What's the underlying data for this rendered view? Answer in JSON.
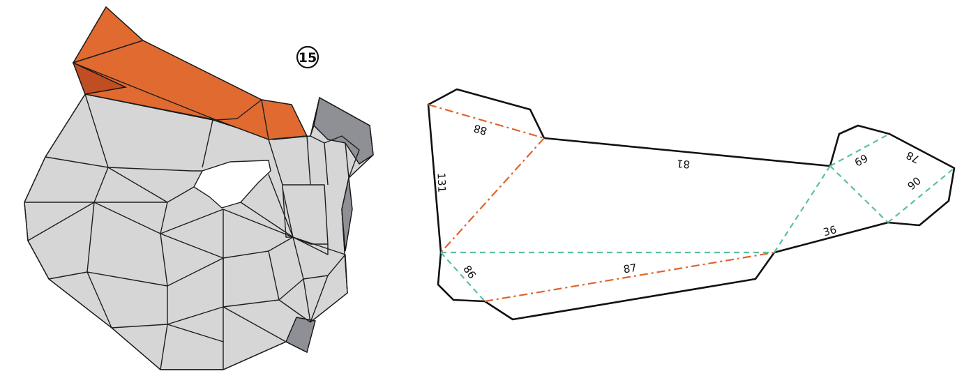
{
  "step": {
    "number": "15"
  },
  "colors": {
    "highlight": "#e06a30",
    "highlight_dark": "#c04e22",
    "model_light": "#d6d6d6",
    "model_shade": "#b4b4b4",
    "model_dark": "#8f9096",
    "outline": "#111111",
    "mountain_fold": "#e0632b",
    "valley_fold": "#5bbfa1"
  },
  "pattern": {
    "edge_labels": {
      "top_long": "81",
      "top_left": "88",
      "left_side": "131",
      "bottom_left": "86",
      "center": "87",
      "right_lower": "36",
      "right_a": "69",
      "right_b": "78",
      "right_c": "90"
    }
  }
}
